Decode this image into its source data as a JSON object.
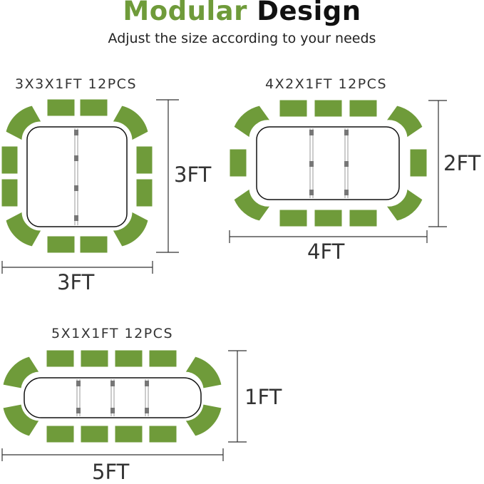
{
  "title": {
    "part1": "Modular",
    "part2": "Design"
  },
  "subtitle": "Adjust the size according to your needs",
  "configurations": [
    {
      "label": "3X3X1FT 12PCS",
      "width_label": "3FT",
      "height_label": "3FT"
    },
    {
      "label": "4X2X1FT 12PCS",
      "width_label": "4FT",
      "height_label": "2FT"
    },
    {
      "label": "5X1X1FT 12PCS",
      "width_label": "5FT",
      "height_label": "1FT"
    }
  ],
  "colors": {
    "panel": "#6f9b3a",
    "outline": "#111111",
    "dimension": "#333333"
  }
}
